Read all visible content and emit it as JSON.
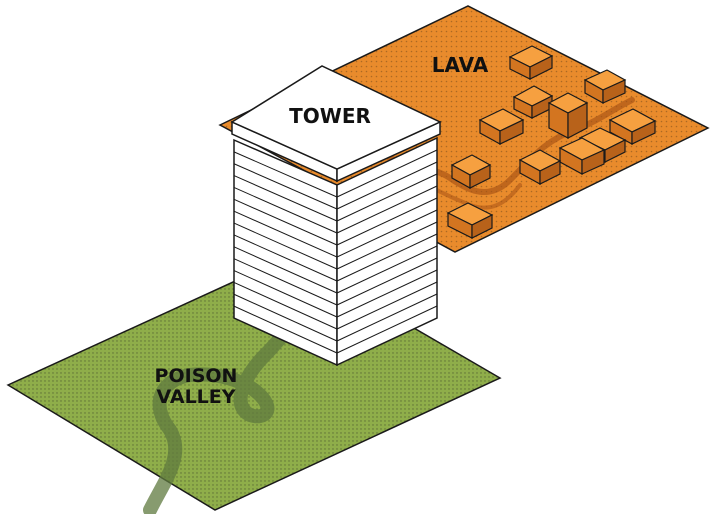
{
  "labels": {
    "tower": "TOWER",
    "lava": "LAVA",
    "poison_line1": "POISON",
    "poison_line2": "VALLEY"
  },
  "colors": {
    "lava_fill": "#e98b2c",
    "lava_block": "#f4932b",
    "poison_fill": "#8fae4a",
    "poison_river": "#6f8a4d",
    "outline": "#1a1a1a",
    "tower": "#ffffff"
  }
}
